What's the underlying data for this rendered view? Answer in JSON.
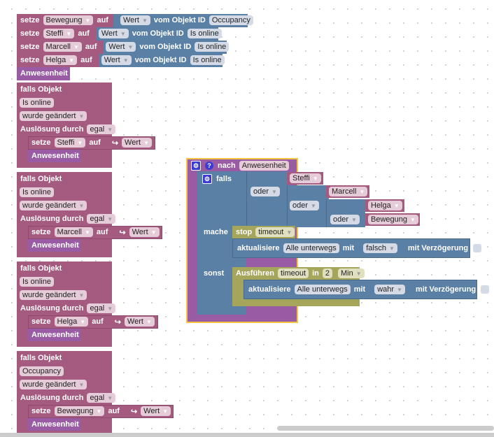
{
  "top_blocks": [
    {
      "kw": "setze",
      "var": "Bewegung",
      "auf": "auf",
      "val": "Wert",
      "vom": "vom Objekt ID",
      "obj": "Occupancy"
    },
    {
      "kw": "setze",
      "var": "Steffi",
      "auf": "auf",
      "val": "Wert",
      "vom": "vom Objekt ID",
      "obj": "Is online"
    },
    {
      "kw": "setze",
      "var": "Marcell",
      "auf": "auf",
      "val": "Wert",
      "vom": "vom Objekt ID",
      "obj": "Is online"
    },
    {
      "kw": "setze",
      "var": "Helga",
      "auf": "auf",
      "val": "Wert",
      "vom": "vom Objekt ID",
      "obj": "Is online"
    }
  ],
  "call_anwesenheit": "Anwesenheit",
  "triggers": [
    {
      "title": "falls Objekt",
      "obj": "Is online",
      "cond": "wurde geändert",
      "trig": "Auslösung durch",
      "trig_val": "egal",
      "set": "setze",
      "var": "Steffi",
      "auf": "auf",
      "arrow": "↪",
      "val": "Wert",
      "call": "Anwesenheit"
    },
    {
      "title": "falls Objekt",
      "obj": "Is online",
      "cond": "wurde geändert",
      "trig": "Auslösung durch",
      "trig_val": "egal",
      "set": "setze",
      "var": "Marcell",
      "auf": "auf",
      "arrow": "↪",
      "val": "Wert",
      "call": "Anwesenheit"
    },
    {
      "title": "falls Objekt",
      "obj": "Is online",
      "cond": "wurde geändert",
      "trig": "Auslösung durch",
      "trig_val": "egal",
      "set": "setze",
      "var": "Helga",
      "auf": "auf",
      "arrow": "↪",
      "val": "Wert",
      "call": "Anwesenheit"
    },
    {
      "title": "falls Objekt",
      "obj": "Occupancy",
      "cond": "wurde geändert",
      "trig": "Auslösung durch",
      "trig_val": "egal",
      "set": "setze",
      "var": "Bewegung",
      "auf": "auf",
      "arrow": "↪",
      "val": "Wert",
      "call": "Anwesenheit"
    }
  ],
  "function": {
    "gear": "⚙",
    "help": "?",
    "nach": "nach",
    "name": "Anwesenheit",
    "falls": "falls",
    "or1": "oder",
    "or2": "oder",
    "or3": "oder",
    "vars": [
      "Steffi",
      "Marcell",
      "Helga",
      "Bewegung"
    ],
    "mache": "mache",
    "stop": "stop",
    "timeout": "timeout",
    "update": "aktualisiere",
    "target": "Alle unterwegs",
    "mit": "mit",
    "false_val": "falsch",
    "delay": "mit Verzögerung",
    "sonst": "sonst",
    "exec": "Ausführen",
    "in": "in",
    "num": "2",
    "unit": "Min",
    "true_val": "wahr"
  }
}
